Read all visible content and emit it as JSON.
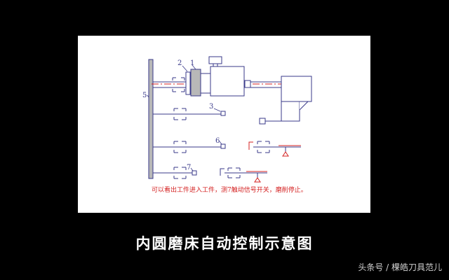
{
  "diagram": {
    "part_labels": [
      "1",
      "2",
      "3",
      "5",
      "6",
      "7"
    ],
    "note": "可以看出工件进入工件，测7触动信号开关，磨削停止。",
    "colors": {
      "line": "#3a3a8a",
      "red": "#d42020",
      "fill_gray": "#b8b8b8"
    }
  },
  "caption": "内圆磨床自动控制示意图",
  "watermark": "头条号 / 棵皓刀具范儿"
}
